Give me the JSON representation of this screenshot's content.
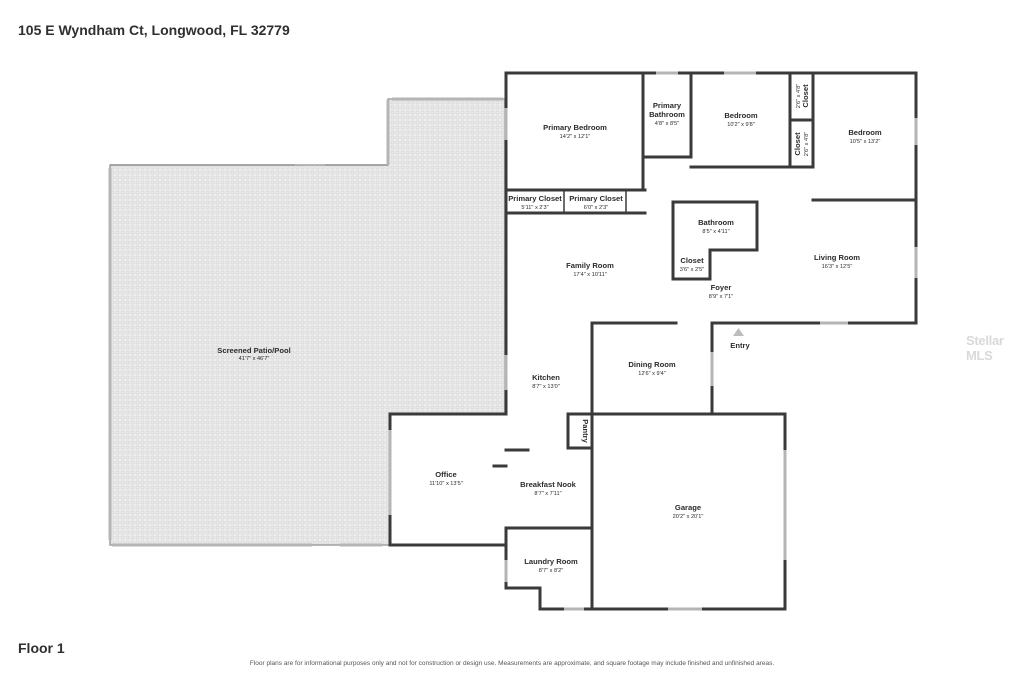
{
  "header": {
    "address": "105 E Wyndham Ct, Longwood, FL 32779"
  },
  "footer": {
    "floor_label": "Floor 1",
    "disclaimer": "Floor plans are for informational purposes only and not for construction or design use. Measurements are approximate, and square footage may include finished and unfinished areas."
  },
  "watermark": "Stellar MLS",
  "rooms": {
    "patio": {
      "name": "Screened Patio/Pool",
      "dim": "41'7\" x 46'7\""
    },
    "primary_bedroom": {
      "name": "Primary Bedroom",
      "dim": "14'2\" x 12'1\""
    },
    "primary_bathroom": {
      "name1": "Primary",
      "name2": "Bathroom",
      "dim": "4'8\" x 8'5\""
    },
    "bedroom_1": {
      "name": "Bedroom",
      "dim": "10'2\" x 9'8\""
    },
    "closet_v1": {
      "name": "Closet",
      "dim": "2'6\" x 4'8\""
    },
    "closet_v2": {
      "name": "Closet",
      "dim": "2'6\" x 4'8\""
    },
    "bedroom_2": {
      "name": "Bedroom",
      "dim": "10'5\" x 13'2\""
    },
    "primary_closet_1": {
      "name": "Primary Closet",
      "dim": "5'11\" x 2'3\""
    },
    "primary_closet_2": {
      "name": "Primary Closet",
      "dim": "6'0\" x 2'3\""
    },
    "bathroom": {
      "name": "Bathroom",
      "dim": "8'5\" x 4'11\""
    },
    "family_room": {
      "name": "Family Room",
      "dim": "17'4\" x 10'11\""
    },
    "closet_foyer": {
      "name": "Closet",
      "dim": "3'6\" x 2'5\""
    },
    "foyer": {
      "name": "Foyer",
      "dim": "8'9\" x 7'1\""
    },
    "living_room": {
      "name": "Living Room",
      "dim": "16'3\" x 12'5\""
    },
    "entry": {
      "name": "Entry"
    },
    "dining_room": {
      "name": "Dining Room",
      "dim": "12'6\" x 9'4\""
    },
    "kitchen": {
      "name": "Kitchen",
      "dim": "8'7\" x 13'0\""
    },
    "pantry": {
      "name": "Pantry"
    },
    "office": {
      "name": "Office",
      "dim": "11'10\" x 13'5\""
    },
    "breakfast_nook": {
      "name": "Breakfast Nook",
      "dim": "8'7\" x 7'11\""
    },
    "garage": {
      "name": "Garage",
      "dim": "20'2\" x 20'1\""
    },
    "laundry_room": {
      "name": "Laundry Room",
      "dim": "8'7\" x 8'2\""
    }
  },
  "colors": {
    "wall": "#3a3a3a",
    "window": "#b5b5b5",
    "patio_fill": "#ececec"
  }
}
